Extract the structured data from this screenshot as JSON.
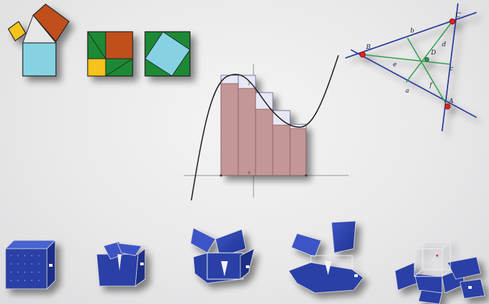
{
  "geometry_labels": {
    "points": [
      "B",
      "C",
      "D",
      "A"
    ],
    "segments": [
      "b",
      "d",
      "e",
      "c",
      "a",
      "f"
    ]
  },
  "graph_ticks": {
    "y_top": "2",
    "y_origin": "0"
  },
  "colors": {
    "pythagoras_yellow": "#f6c21a",
    "pythagoras_brown": "#c0501a",
    "pythagoras_blue": "#86d2e3",
    "pythagoras_green": "#1f8a36",
    "riemann_bar": "#c39797",
    "cube_blue": "#2a40a6",
    "triangle_line": "#2a3e9c",
    "median_green": "#2d9a46",
    "vertex_red": "#e02424"
  }
}
